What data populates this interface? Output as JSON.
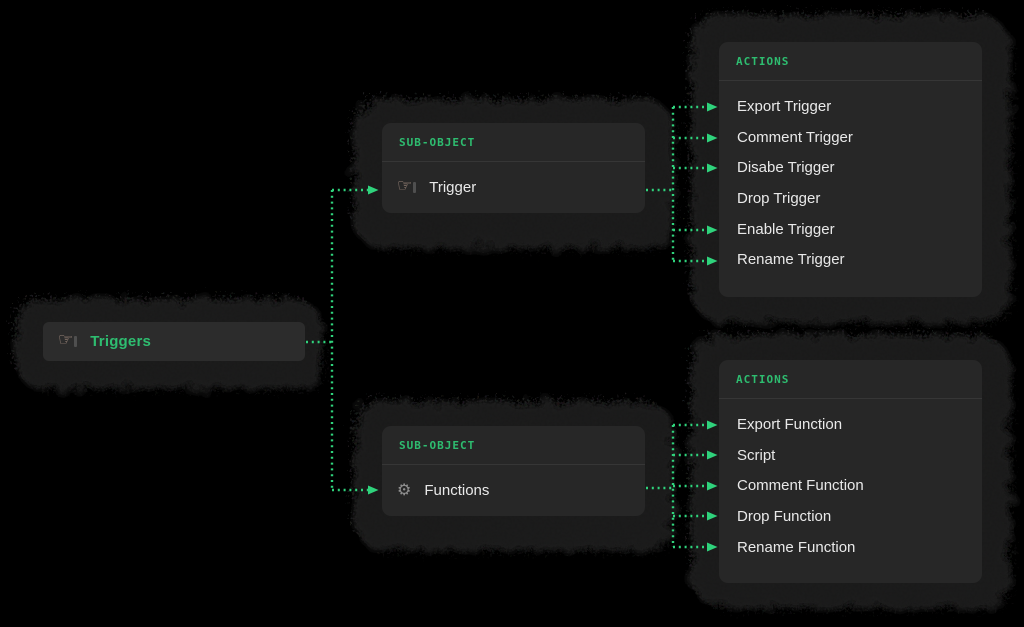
{
  "colors": {
    "page_bg": "#000000",
    "halo": "#1f1f1f",
    "root_bg": "#2c2c2c",
    "card_bg": "#272727",
    "accent_green": "#2ebd70",
    "connector_green": "#2fd37c",
    "text_primary": "#e9e9e9",
    "divider": "rgba(255,255,255,0.07)",
    "hand_icon": "#b59a8c",
    "gear_icon": "#8f8f8f"
  },
  "icons": {
    "trigger_hand": "☞",
    "gear": "⚙"
  },
  "root_node": {
    "label": "Triggers",
    "icon": "trigger-hand-icon"
  },
  "sub_objects": [
    {
      "header": "SUB-OBJECT",
      "label": "Trigger",
      "icon": "trigger-hand-icon"
    },
    {
      "header": "SUB-OBJECT",
      "label": "Functions",
      "icon": "gear-icon"
    }
  ],
  "action_panels": [
    {
      "header": "ACTIONS",
      "items": [
        "Export Trigger",
        "Comment Trigger",
        "Disabe Trigger",
        "Drop Trigger",
        "Enable Trigger",
        "Rename Trigger"
      ]
    },
    {
      "header": "ACTIONS",
      "items": [
        "Export Function",
        "Script",
        "Comment Function",
        "Drop Function",
        "Rename Function"
      ]
    }
  ],
  "edges": [
    {
      "from": "Triggers",
      "to": "Trigger"
    },
    {
      "from": "Triggers",
      "to": "Functions"
    },
    {
      "from": "Trigger",
      "to": [
        "Export Trigger",
        "Comment Trigger",
        "Disabe Trigger",
        "Enable Trigger",
        "Rename Trigger"
      ]
    },
    {
      "from": "Functions",
      "to": [
        "Export Function",
        "Script",
        "Comment Function",
        "Drop Function",
        "Rename Function"
      ]
    }
  ]
}
